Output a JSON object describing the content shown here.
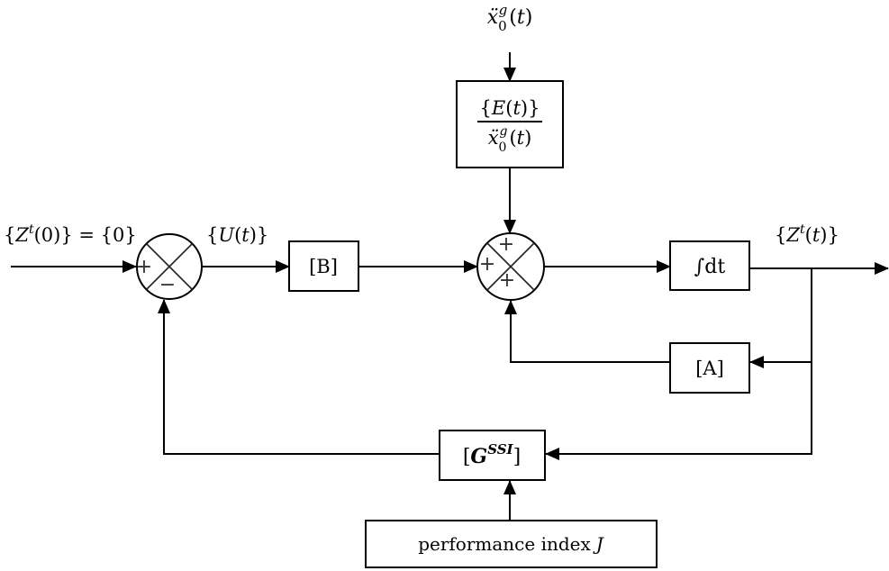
{
  "diagram": {
    "type": "control-block-diagram",
    "signals": {
      "input_label": "{Z^t(0)} = {0}",
      "control_label": "{U(t)}",
      "output_label": "{Z^t(t)}",
      "disturbance_label": "ẍ₀^g(t)"
    },
    "blocks": {
      "excitation": {
        "numerator": "{E(t)}",
        "denominator": "ẍ₀^g(t)"
      },
      "B": "[B]",
      "integrator": "∫dt",
      "A": "[A]",
      "gain": {
        "base": "G",
        "superscript": "SSI",
        "label": "[G^SSI]"
      },
      "performance": {
        "text": "performance index",
        "symbol": "J"
      }
    },
    "summing_junctions": [
      {
        "id": "sum-1",
        "signs": [
          "+",
          "−"
        ]
      },
      {
        "id": "sum-2",
        "signs": [
          "+",
          "+",
          "+"
        ]
      }
    ],
    "connections": [
      "input → sum-1 (+)",
      "sum-1 → [B]",
      "[B] → sum-2 (+)",
      "excitation → sum-2 (+)",
      "sum-2 → ∫dt",
      "∫dt → output",
      "output → [A] → sum-2 (+)",
      "output → [G^SSI] → sum-1 (−)",
      "performance index J → [G^SSI]"
    ]
  }
}
